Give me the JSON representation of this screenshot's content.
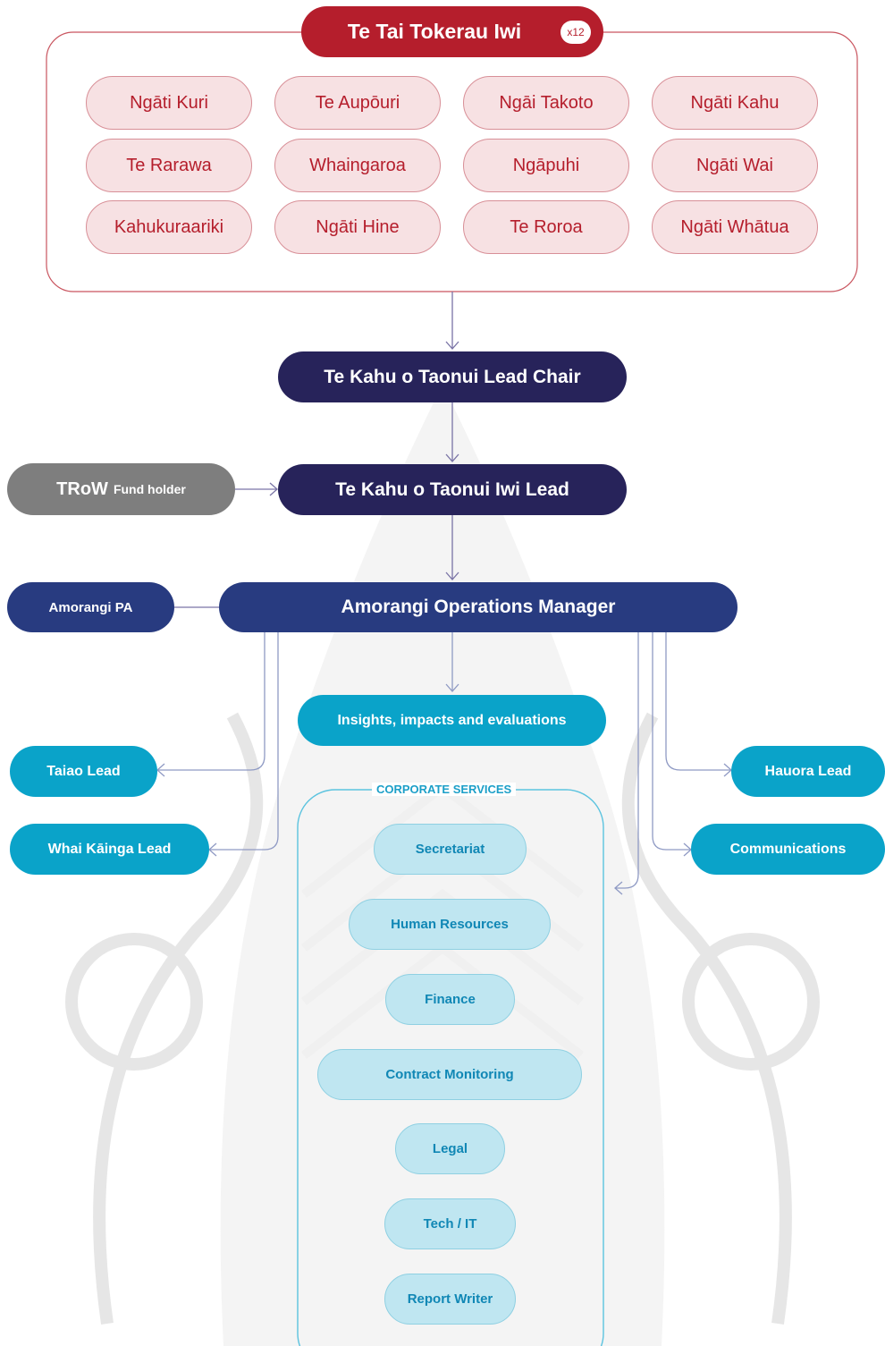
{
  "colors": {
    "iwi_red": "#b51e2c",
    "iwi_pink": "#f7e1e3",
    "navy": "#27235a",
    "royal_blue": "#283b80",
    "grey": "#7e7e7e",
    "teal": "#0aa3c9",
    "light_teal": "#bfe6f1"
  },
  "iwi_group": {
    "title": "Te Tai Tokerau Iwi",
    "count_badge": "x12",
    "members": [
      "Ngāti Kuri",
      "Te Aupōuri",
      "Ngāi Takoto",
      "Ngāti Kahu",
      "Te Rarawa",
      "Whaingaroa",
      "Ngāpuhi",
      "Ngāti Wai",
      "Kahukuraariki",
      "Ngāti Hine",
      "Te Roroa",
      "Ngāti Whātua"
    ]
  },
  "lead_chair": "Te Kahu o Taonui Lead Chair",
  "iwi_lead": "Te Kahu o Taonui Iwi Lead",
  "fund_holder": {
    "name": "TRoW",
    "role": "Fund holder"
  },
  "pa": "Amorangi PA",
  "ops_manager": "Amorangi Operations Manager",
  "insights": "Insights, impacts and evaluations",
  "left_leads": [
    "Taiao Lead",
    "Whai Kāinga Lead"
  ],
  "right_leads": [
    "Hauora Lead",
    "Communications"
  ],
  "corporate_services": {
    "title": "CORPORATE SERVICES",
    "items": [
      "Secretariat",
      "Human Resources",
      "Finance",
      "Contract Monitoring",
      "Legal",
      "Tech / IT",
      "Report Writer"
    ]
  }
}
